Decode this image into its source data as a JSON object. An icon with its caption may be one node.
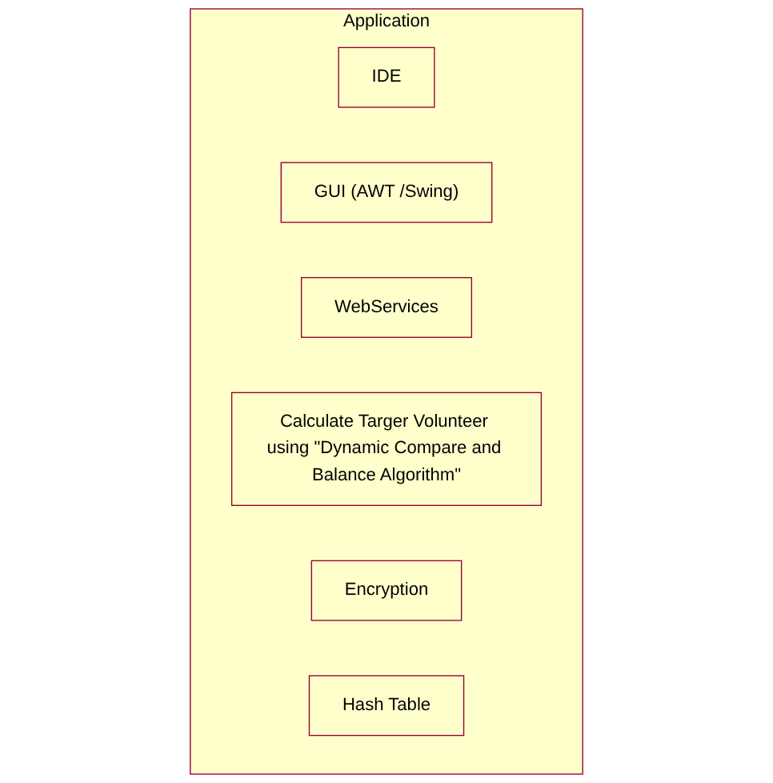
{
  "diagram": {
    "nodes": [
      {
        "text": [
          "Application"
        ]
      },
      {
        "text": [
          "IDE"
        ],
        "in": 0
      },
      {
        "text": [
          "GUI (AWT /Swing)"
        ],
        "in": 0
      },
      {
        "text": [
          "WebServices"
        ],
        "in": 0
      },
      {
        "text": [
          "Calculate Targer Volunteer using \"Dynamic Compare and Balance Algorithm\""
        ],
        "in": 0
      },
      {
        "text": [
          "Encryption"
        ],
        "in": 0
      },
      {
        "text": [
          "Hash Table"
        ],
        "in": 0
      }
    ]
  }
}
